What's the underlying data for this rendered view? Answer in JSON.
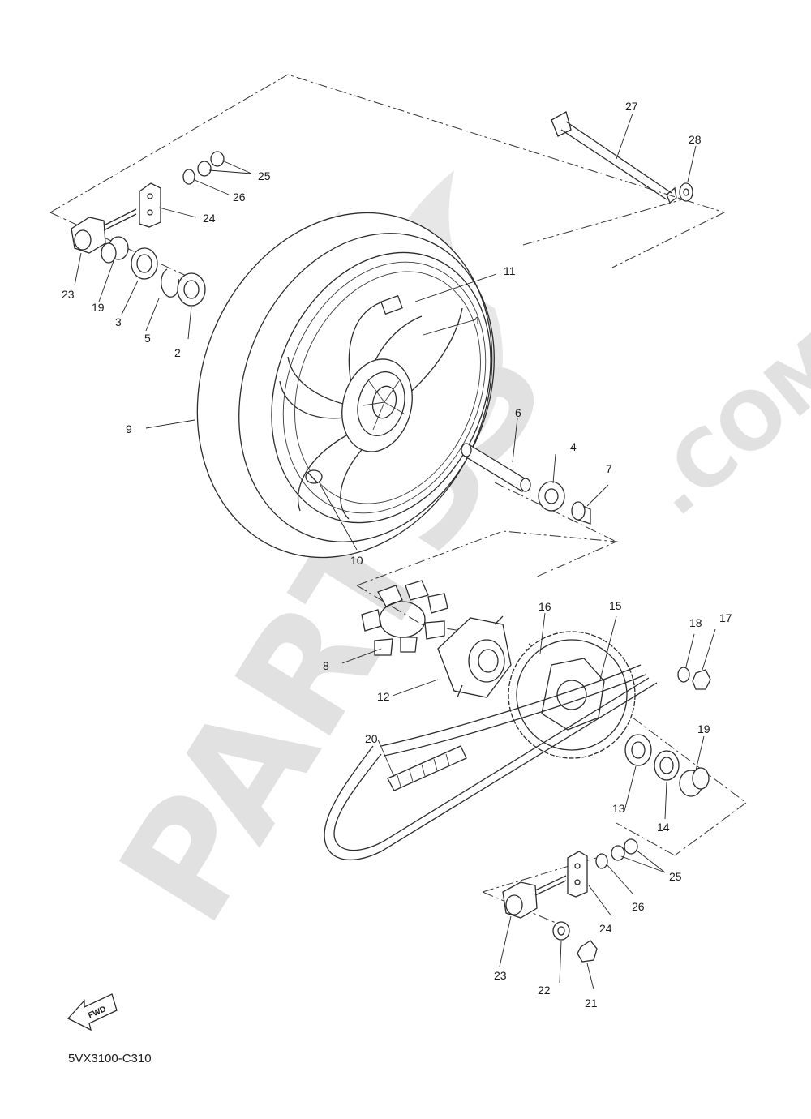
{
  "watermark": {
    "brand": "PARTSS",
    "suffix": ".COM",
    "color": "#dcdcdc"
  },
  "diagram_code": "5VX3100-C310",
  "fwd_label": "FWD",
  "callouts": {
    "c1": "1",
    "c2": "2",
    "c3": "3",
    "c4": "4",
    "c5": "5",
    "c6": "6",
    "c7": "7",
    "c8": "8",
    "c9": "9",
    "c10": "10",
    "c11": "11",
    "c12": "12",
    "c13": "13",
    "c14": "14",
    "c15": "15",
    "c16": "16",
    "c17": "17",
    "c18": "18",
    "c19a": "19",
    "c19b": "19",
    "c20": "20",
    "c21": "21",
    "c22": "22",
    "c23a": "23",
    "c23b": "23",
    "c24a": "24",
    "c24b": "24",
    "c25a": "25",
    "c25b": "25",
    "c26a": "26",
    "c26b": "26",
    "c27": "27",
    "c28": "28"
  },
  "parts": [
    {
      "no": "1",
      "icon": "wheel-rim-icon"
    },
    {
      "no": "2",
      "icon": "bearing-icon"
    },
    {
      "no": "3",
      "icon": "oil-seal-icon"
    },
    {
      "no": "4",
      "icon": "bearing-icon"
    },
    {
      "no": "5",
      "icon": "circlip-icon"
    },
    {
      "no": "6",
      "icon": "spacer-tube-icon"
    },
    {
      "no": "7",
      "icon": "collar-icon"
    },
    {
      "no": "8",
      "icon": "damper-icon"
    },
    {
      "no": "9",
      "icon": "tire-icon"
    },
    {
      "no": "10",
      "icon": "valve-icon"
    },
    {
      "no": "11",
      "icon": "balance-weight-icon"
    },
    {
      "no": "12",
      "icon": "clutch-hub-icon"
    },
    {
      "no": "13",
      "icon": "bearing-icon"
    },
    {
      "no": "14",
      "icon": "oil-seal-icon"
    },
    {
      "no": "15",
      "icon": "sprocket-icon"
    },
    {
      "no": "16",
      "icon": "stud-bolt-icon"
    },
    {
      "no": "17",
      "icon": "nut-icon"
    },
    {
      "no": "18",
      "icon": "washer-icon"
    },
    {
      "no": "19",
      "icon": "collar-icon"
    },
    {
      "no": "20",
      "icon": "drive-chain-icon"
    },
    {
      "no": "21",
      "icon": "nut-icon"
    },
    {
      "no": "22",
      "icon": "washer-icon"
    },
    {
      "no": "23",
      "icon": "chain-puller-icon"
    },
    {
      "no": "24",
      "icon": "plate-icon"
    },
    {
      "no": "25",
      "icon": "nut-icon"
    },
    {
      "no": "26",
      "icon": "washer-icon"
    },
    {
      "no": "27",
      "icon": "wheel-axle-icon"
    },
    {
      "no": "28",
      "icon": "washer-icon"
    }
  ]
}
